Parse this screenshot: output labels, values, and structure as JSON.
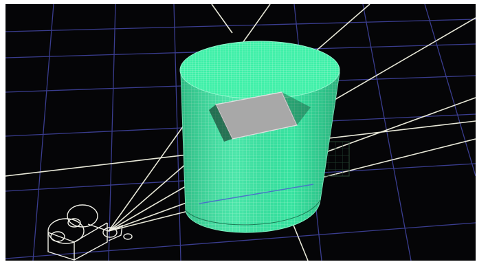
{
  "viewport": {
    "label": "",
    "background": "#050507",
    "grid_color": "#3a3d8f",
    "object_color": "#3df0a8",
    "wire_color": "#e8e8d8",
    "plane_color": "#a8a8a8"
  },
  "scene": {
    "objects": [
      {
        "name": "cylinder",
        "icon": "wireframe-cylinder-icon"
      },
      {
        "name": "plane",
        "icon": "plane-icon"
      },
      {
        "name": "camera",
        "icon": "camera-icon"
      }
    ]
  }
}
